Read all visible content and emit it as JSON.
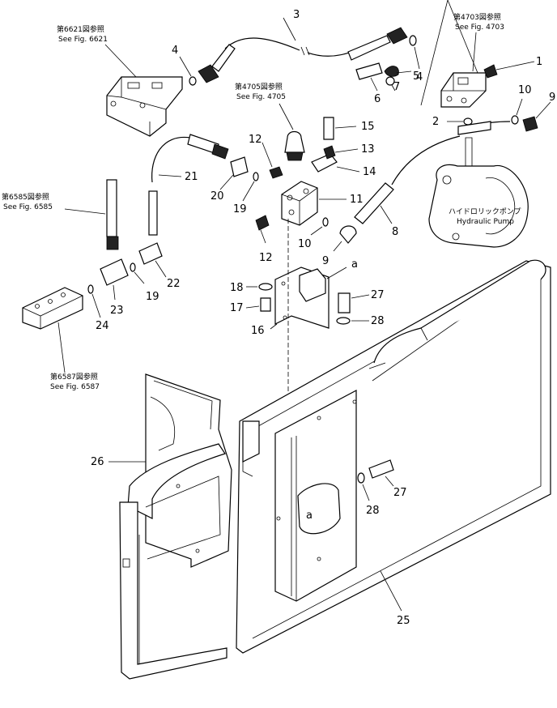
{
  "refs": {
    "fig6621_jp": "第6621図参照",
    "fig6621_en": "See Fig. 6621",
    "fig4705_jp": "第4705図参照",
    "fig4705_en": "See Fig. 4705",
    "fig4703_jp": "第4703図参照",
    "fig4703_en": "See Fig. 4703",
    "fig6585_jp": "第6585図参照",
    "fig6585_en": "See Fig. 6585",
    "fig6587_jp": "第6587図参照",
    "fig6587_en": "See Fig. 6587"
  },
  "pump": {
    "label_jp": "ハイドロリックポンプ",
    "label_en": "Hydraulic Pump"
  },
  "detail_marker": "a",
  "callouts": {
    "c1": "1",
    "c2": "2",
    "c3": "3",
    "c4a": "4",
    "c4b": "4",
    "c5": "5",
    "c6": "6",
    "c7": "7",
    "c8": "8",
    "c9a": "9",
    "c9b": "9",
    "c10a": "10",
    "c10b": "10",
    "c11": "11",
    "c12a": "12",
    "c12b": "12",
    "c13": "13",
    "c14": "14",
    "c15": "15",
    "c16": "16",
    "c17": "17",
    "c18": "18",
    "c19a": "19",
    "c19b": "19",
    "c20": "20",
    "c21": "21",
    "c22": "22",
    "c23": "23",
    "c24": "24",
    "c25": "25",
    "c26": "26",
    "c27a": "27",
    "c27b": "27",
    "c28a": "28",
    "c28b": "28"
  }
}
